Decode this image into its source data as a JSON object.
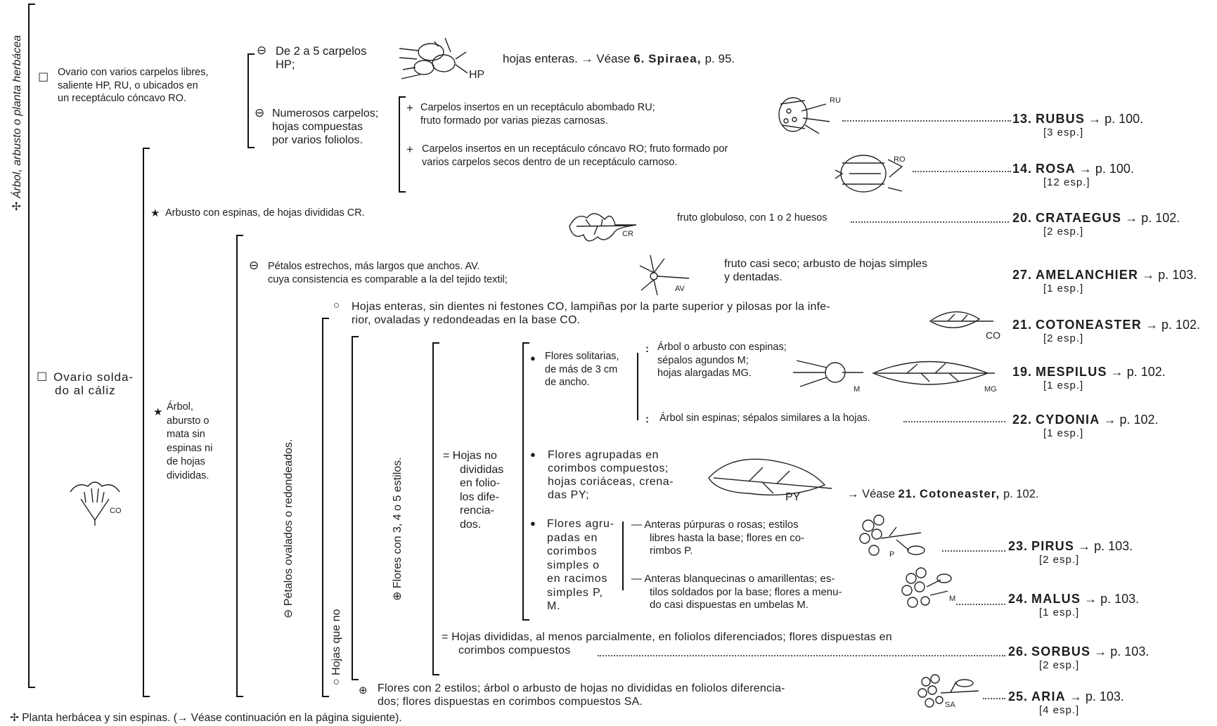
{
  "side_labels": {
    "top": "Árbol, arbusto o planta herbácea",
    "petalos": "Pétalos ovalados o redondeados.",
    "hojas_que_no": "Hojas que no",
    "flores_estilos": "Flores con 3, 4 o 5 estilos."
  },
  "a1": {
    "l1": "Ovario con varios carpelos libres,",
    "l2": "saliente HP, RU, o ubicados en",
    "l3": "un receptáculo cóncavo RO."
  },
  "b1": {
    "l1": "De 2 a 5 carpelos",
    "l2": "HP;"
  },
  "b1_result": {
    "text": "hojas enteras. → Véase",
    "num": "6.",
    "genus": "Spiraea,",
    "page": "p. 95."
  },
  "b2": {
    "l1": "Numerosos carpelos;",
    "l2": "hojas compuestas",
    "l3": "por varios foliolos."
  },
  "c1": {
    "l1": "Carpelos insertos en un receptáculo abombado RU;",
    "l2": "fruto formado por varias piezas carnosas."
  },
  "c2": {
    "l1": "Carpelos insertos en un receptáculo cóncavo RO; fruto formado por",
    "l2": "varios carpelos secos dentro de un receptáculo carnoso."
  },
  "star1": "Arbusto con espinas, de hojas divididas CR.",
  "crataegus_desc": "fruto globuloso, con 1 o 2 huesos",
  "petals_narrow": {
    "l1": "Pétalos estrechos, más largos que anchos. AV.",
    "l2": "cuya consistencia es comparable a la del tejido textil;"
  },
  "amel_desc": {
    "l1": "fruto casi seco; arbusto de hojas simples",
    "l2": "y dentadas."
  },
  "a2": {
    "l1": "Ovario solda-",
    "l2": "do al cáliz"
  },
  "star2": {
    "l1": "Árbol,",
    "l2": "abursto o",
    "l3": "mata sin",
    "l4": "espinas ni",
    "l5": "de hojas",
    "l6": "divididas."
  },
  "hojas_enteras": {
    "l1": "Hojas enteras, sin dientes ni festones CO, lampiñas por la parte superior y pilosas por la infe-",
    "l2": "rior, ovaladas y redondeadas en la base CO."
  },
  "hojas_no_div": {
    "l1": "Hojas no",
    "l2": "divididas",
    "l3": "en folio-",
    "l4": "los dife-",
    "l5": "renciа-",
    "l6": "dos."
  },
  "flores_solit": {
    "l1": "Flores solitarias,",
    "l2": "de más de 3 cm",
    "l3": "de ancho."
  },
  "mesp_desc": {
    "l1": "Árbol o arbusto con espinas;",
    "l2": "sépalos agundos M;",
    "l3": "hojas alargadas MG."
  },
  "cydonia_desc": "Árbol sin espinas; sépalos similares a la hojas.",
  "flores_comp": {
    "l1": "Flores agrupadas en",
    "l2": "corimbos compuestos;",
    "l3": "hojas coriáceas, crena-",
    "l4": "das PY;"
  },
  "cotone_ref": {
    "text": "→ Véase",
    "num": "21.",
    "genus": "Cotoneaster,",
    "page": "p. 102."
  },
  "flores_simples": {
    "l1": "Flores agru-",
    "l2": "padas en",
    "l3": "corimbos",
    "l4": "simples o",
    "l5": "en racimos",
    "l6": "simples P,",
    "l7": "M."
  },
  "anteras_purp": {
    "l1": "Anteras púrpuras o rosas; estilos",
    "l2": "libres hasta la base; flores en co-",
    "l3": "rimbos P."
  },
  "anteras_blanc": {
    "l1": "Anteras blanquecinas o amarillentas; es-",
    "l2": "tilos soldados por la base; flores a menu-",
    "l3": "do casi dispuestas en umbelas M."
  },
  "hojas_div": {
    "l1": "Hojas divididas, al menos parcialmente, en foliolos diferenciados; flores dispuestas en",
    "l2": "corimbos compuestos"
  },
  "flores_2est": {
    "l1": "Flores con 2 estilos; árbol o arbusto de hojas no divididas en foliolos diferencia-",
    "l2": "dos; flores dispuestas en corimbos compuestos SA."
  },
  "footer": "Planta herbácea y sin espinas. (→ Véase continuación en la página siguiente).",
  "results": [
    {
      "num": "13.",
      "genus": "RUBUS",
      "page": "→ p. 100.",
      "esp": "[3 esp.]"
    },
    {
      "num": "14.",
      "genus": "ROSA",
      "page": "→ p. 100.",
      "esp": "[12 esp.]"
    },
    {
      "num": "20.",
      "genus": "CRATAEGUS",
      "page": "→ p. 102.",
      "esp": "[2 esp.]"
    },
    {
      "num": "27.",
      "genus": "AMELANCHIER",
      "page": "→ p. 103.",
      "esp": "[1 esp.]"
    },
    {
      "num": "21.",
      "genus": "COTONEASTER",
      "page": "→ p. 102.",
      "esp": "[2 esp.]"
    },
    {
      "num": "19.",
      "genus": "MESPILUS",
      "page": "→ p. 102.",
      "esp": "[1 esp.]"
    },
    {
      "num": "22.",
      "genus": "CYDONIA",
      "page": "→ p. 102.",
      "esp": "[1 esp.]"
    },
    {
      "num": "23.",
      "genus": "PIRUS",
      "page": "→ p. 103.",
      "esp": "[2 esp.]"
    },
    {
      "num": "24.",
      "genus": "MALUS",
      "page": "→ p. 103.",
      "esp": "[1 esp.]"
    },
    {
      "num": "26.",
      "genus": "SORBUS",
      "page": "→ p. 103.",
      "esp": "[2 esp.]"
    },
    {
      "num": "25.",
      "genus": "ARIA",
      "page": "→ p. 103.",
      "esp": "[4 esp.]"
    }
  ],
  "figure_labels": {
    "hp": "HP",
    "ru": "RU",
    "ro": "RO",
    "cr": "CR",
    "av": "AV",
    "co": "CO",
    "m": "M",
    "mg": "MG",
    "py": "PY",
    "p": "P",
    "sa": "SA"
  }
}
